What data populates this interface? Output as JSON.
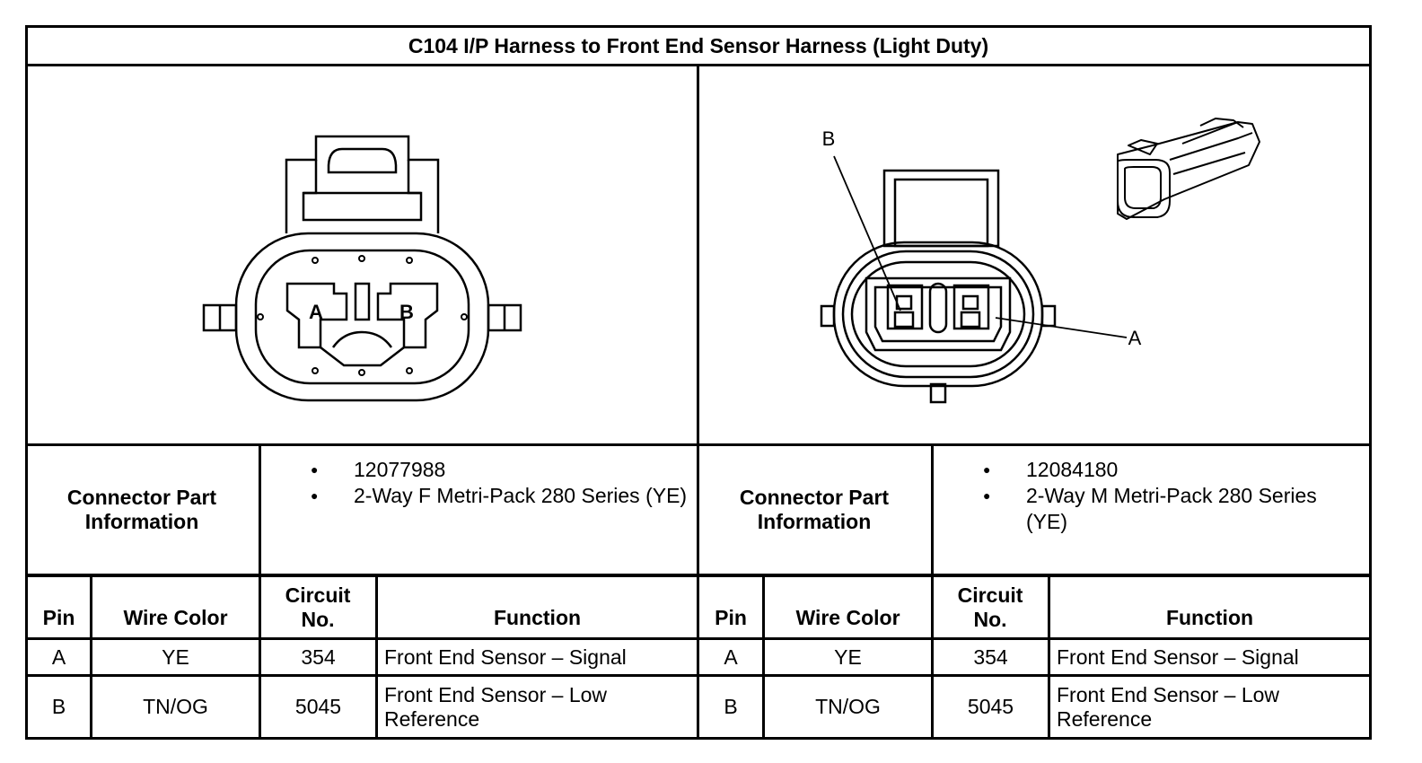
{
  "title": "C104 I/P Harness to Front End Sensor Harness (Light Duty)",
  "left_connector": {
    "diagram_labels": {
      "a": "A",
      "b": "B"
    },
    "part_info_label": "Connector Part Information",
    "part_info": [
      "12077988",
      "2-Way F Metri-Pack 280 Series (YE)"
    ],
    "table": {
      "headers": {
        "pin": "Pin",
        "wire_color": "Wire Color",
        "circuit": "Circuit No.",
        "function": "Function"
      },
      "rows": [
        {
          "pin": "A",
          "wire_color": "YE",
          "circuit": "354",
          "function": "Front End Sensor – Signal"
        },
        {
          "pin": "B",
          "wire_color": "TN/OG",
          "circuit": "5045",
          "function": "Front End Sensor – Low Reference"
        }
      ]
    }
  },
  "right_connector": {
    "diagram_labels": {
      "a": "A",
      "b": "B"
    },
    "part_info_label": "Connector Part Information",
    "part_info": [
      "12084180",
      "2-Way M Metri-Pack 280 Series (YE)"
    ],
    "table": {
      "headers": {
        "pin": "Pin",
        "wire_color": "Wire Color",
        "circuit": "Circuit No.",
        "function": "Function"
      },
      "rows": [
        {
          "pin": "A",
          "wire_color": "YE",
          "circuit": "354",
          "function": "Front End Sensor – Signal"
        },
        {
          "pin": "B",
          "wire_color": "TN/OG",
          "circuit": "5045",
          "function": "Front End Sensor – Low Reference"
        }
      ]
    }
  }
}
